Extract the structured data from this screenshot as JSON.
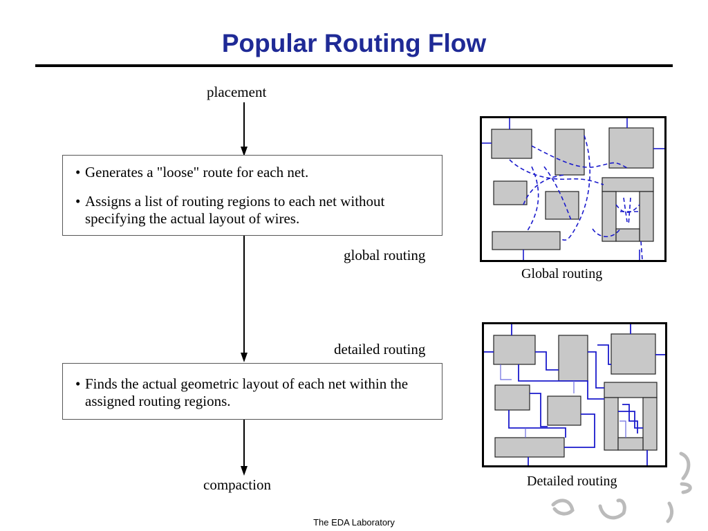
{
  "title": "Popular Routing Flow",
  "flow": {
    "start_label": "placement",
    "global_box": {
      "bullets": [
        "Generates a \"loose\" route for each net.",
        "Assigns a list of routing regions to each net without specifying the actual layout of wires."
      ]
    },
    "global_label": "global routing",
    "detailed_label": "detailed routing",
    "detailed_box": {
      "bullets": [
        "Finds the actual geometric layout of each net within the assigned routing regions."
      ]
    },
    "end_label": "compaction"
  },
  "figures": {
    "global_caption": "Global routing",
    "detailed_caption": "Detailed routing",
    "cell_fill": "#c8c8c8",
    "wire_color": "#1a1acc"
  },
  "footer": "The EDA Laboratory"
}
